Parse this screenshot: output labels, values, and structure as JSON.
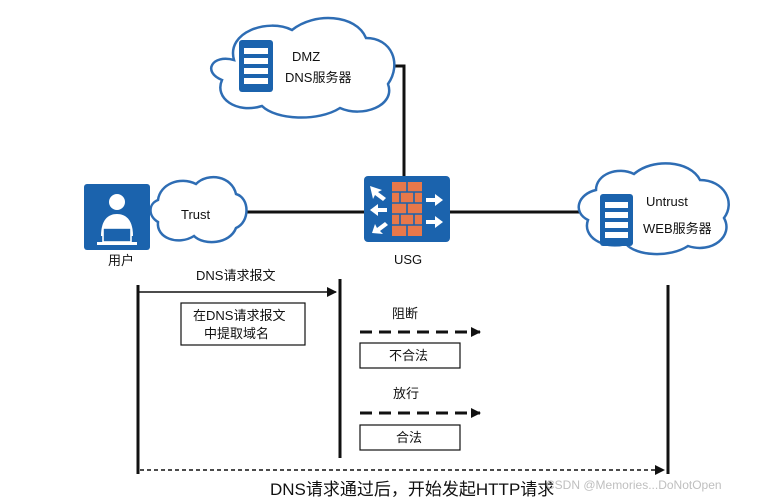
{
  "nodes": {
    "dmz": {
      "zone": "DMZ",
      "server": "DNS服务器"
    },
    "trust": {
      "zone": "Trust",
      "user": "用户"
    },
    "usg": {
      "label": "USG"
    },
    "untrust": {
      "zone": "Untrust",
      "server": "WEB服务器"
    }
  },
  "flow": {
    "request_label": "DNS请求报文",
    "extract_box": [
      "在DNS请求报文",
      "中提取域名"
    ],
    "block_label": "阻断",
    "illegal_box": "不合法",
    "allow_label": "放行",
    "legal_box": "合法",
    "final_label": "DNS请求通过后，开始发起HTTP请求"
  },
  "watermark": "CSDN @Memories...DoNotOpen",
  "colors": {
    "cloud_stroke": "#2e6db4",
    "icon_blue": "#1b63ad",
    "firewall_orange": "#e8784a"
  }
}
